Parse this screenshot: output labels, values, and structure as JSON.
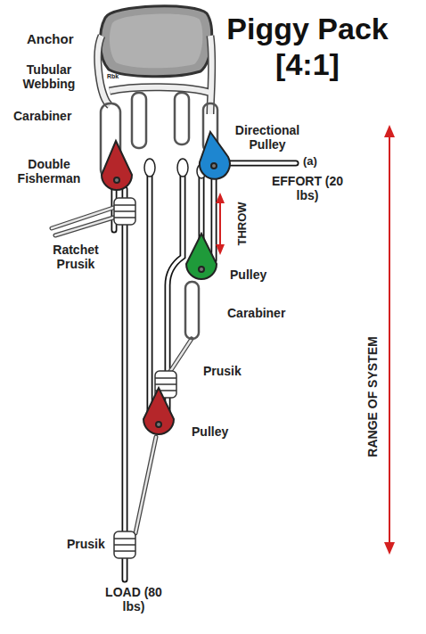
{
  "diagram": {
    "title": "Piggy Pack [4:1]",
    "labels": [
      "Anchor",
      "Tubular Webbing",
      "Carabiner",
      "Double Fisherman",
      "Ratchet Prusik",
      "Directional Pulley",
      "(a)",
      "EFFORT (20 lbs)",
      "THROW",
      "Pulley",
      "Carabiner",
      "Prusik",
      "Pulley",
      "Prusik",
      "LOAD (80 lbs)",
      "RANGE OF SYSTEM",
      "Rbk"
    ]
  }
}
